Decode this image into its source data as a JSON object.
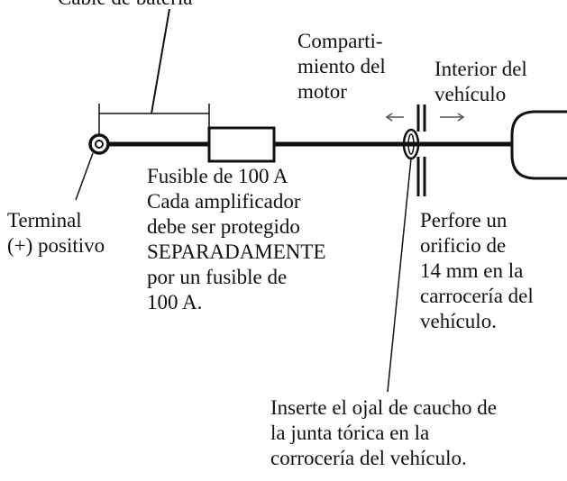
{
  "labels": {
    "top_partial": "Cable de batería",
    "engine_compartment": "Comparti-\nmiento del\nmotor",
    "vehicle_interior": "Interior del\nvehículo",
    "fuse": "Fusible de 100 A\nCada amplificador\ndebe ser protegido\nSEPARADAMENTE\npor un fusible de\n100 A.",
    "terminal": "Terminal\n(+) positivo",
    "drill": "Perfore un\norificio de\n14 mm en la\ncarrocería del\nvehículo.",
    "grommet": "Inserte el ojal de caucho de\nla junta tórica en la\ncorrocería del vehículo."
  },
  "colors": {
    "ink": "#111111",
    "arrow": "#555555",
    "background": "#ffffff"
  },
  "icons": {
    "arrow_left": "left-arrow-icon",
    "arrow_right": "right-arrow-icon"
  }
}
